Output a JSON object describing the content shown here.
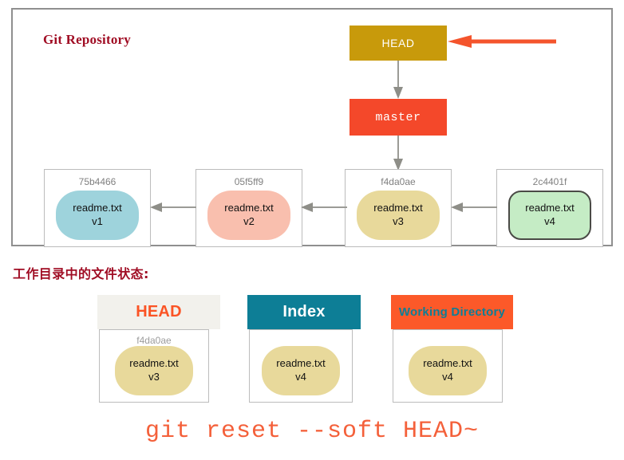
{
  "repository": {
    "title": "Git Repository",
    "head": {
      "label": "HEAD",
      "color": "#c89a0b"
    },
    "branch": {
      "label": "master",
      "color": "#f4482a"
    },
    "pointer_arrow": {
      "name": "head-pointer-arrow",
      "color": "#f4542c",
      "direction": "left"
    },
    "commits": [
      {
        "hash": "75b4466",
        "file": "readme.txt",
        "version": "v1",
        "color": "#9ed3dc",
        "outlined": false
      },
      {
        "hash": "05f5ff9",
        "file": "readme.txt",
        "version": "v2",
        "color": "#f9bfae",
        "outlined": false
      },
      {
        "hash": "f4da0ae",
        "file": "readme.txt",
        "version": "v3",
        "color": "#e8d99b",
        "outlined": false
      },
      {
        "hash": "2c4401f",
        "file": "readme.txt",
        "version": "v4",
        "color": "#c5ecc5",
        "outlined": true
      }
    ]
  },
  "state_section": {
    "caption": "工作目录中的文件状态:",
    "panels": [
      {
        "title": "HEAD",
        "header_bg": "#f2f1ec",
        "header_fg": "#fb5425",
        "hash": "f4da0ae",
        "file": "readme.txt",
        "version": "v3"
      },
      {
        "title": "Index",
        "header_bg": "#0d7e96",
        "header_fg": "#ffffff",
        "hash": "",
        "file": "readme.txt",
        "version": "v4"
      },
      {
        "title": "Working Directory",
        "header_bg": "#fc5929",
        "header_fg": "#0d7e96",
        "hash": "",
        "file": "readme.txt",
        "version": "v4"
      }
    ]
  },
  "command": {
    "text": "git reset --soft HEAD~",
    "color": "#f4603a"
  }
}
